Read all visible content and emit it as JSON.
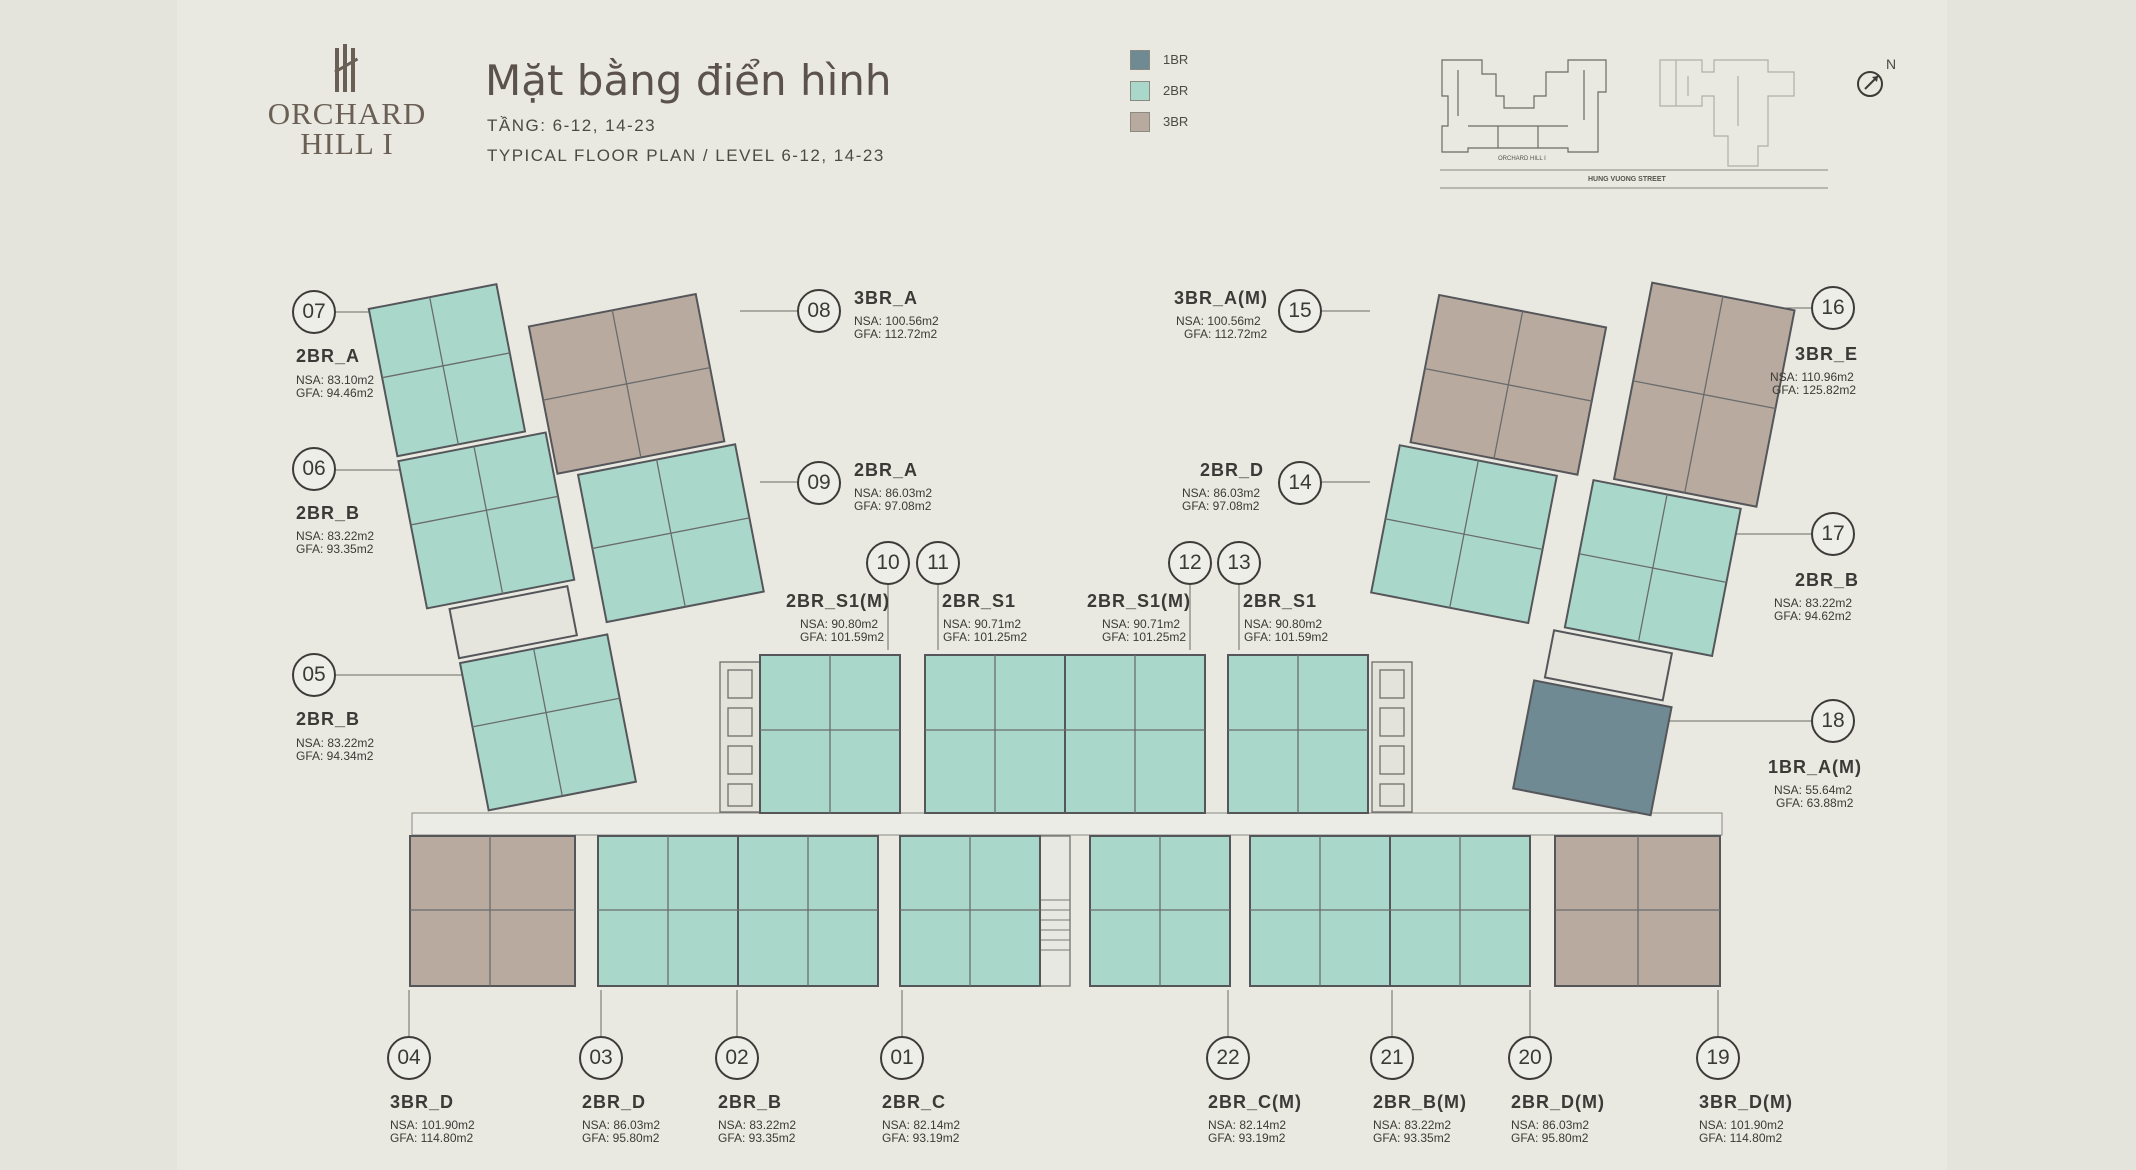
{
  "brand": {
    "line1": "ORCHARD",
    "line2": "HILL I"
  },
  "header": {
    "title": "Mặt bằng điển hình",
    "subtitle_vi": "TẦNG: 6-12, 14-23",
    "subtitle_en": "TYPICAL FLOOR PLAN / LEVEL 6-12, 14-23"
  },
  "legend": [
    {
      "label": "1BR",
      "color": "#6f8a93"
    },
    {
      "label": "2BR",
      "color": "#a9d8cb"
    },
    {
      "label": "3BR",
      "color": "#b9aaa0"
    }
  ],
  "site_map": {
    "building_label": "ORCHARD HILL I",
    "street_label": "HUNG VUONG STREET"
  },
  "compass": {
    "north": "N"
  },
  "units": [
    {
      "no": "07",
      "type": "2BR_A",
      "nsa": "NSA: 83.10m2",
      "gfa": "GFA: 94.46m2",
      "cat": "2BR"
    },
    {
      "no": "06",
      "type": "2BR_B",
      "nsa": "NSA: 83.22m2",
      "gfa": "GFA: 93.35m2",
      "cat": "2BR"
    },
    {
      "no": "05",
      "type": "2BR_B",
      "nsa": "NSA: 83.22m2",
      "gfa": "GFA: 94.34m2",
      "cat": "2BR"
    },
    {
      "no": "08",
      "type": "3BR_A",
      "nsa": "NSA: 100.56m2",
      "gfa": "GFA: 112.72m2",
      "cat": "3BR"
    },
    {
      "no": "09",
      "type": "2BR_A",
      "nsa": "NSA: 86.03m2",
      "gfa": "GFA: 97.08m2",
      "cat": "2BR"
    },
    {
      "no": "10",
      "type": "2BR_S1(M)",
      "nsa": "NSA: 90.80m2",
      "gfa": "GFA: 101.59m2",
      "cat": "2BR"
    },
    {
      "no": "11",
      "type": "2BR_S1",
      "nsa": "NSA: 90.71m2",
      "gfa": "GFA: 101.25m2",
      "cat": "2BR"
    },
    {
      "no": "12",
      "type": "2BR_S1(M)",
      "nsa": "NSA: 90.71m2",
      "gfa": "GFA: 101.25m2",
      "cat": "2BR"
    },
    {
      "no": "13",
      "type": "2BR_S1",
      "nsa": "NSA: 90.80m2",
      "gfa": "GFA: 101.59m2",
      "cat": "2BR"
    },
    {
      "no": "15",
      "type": "3BR_A(M)",
      "nsa": "NSA: 100.56m2",
      "gfa": "GFA: 112.72m2",
      "cat": "3BR"
    },
    {
      "no": "14",
      "type": "2BR_D",
      "nsa": "NSA: 86.03m2",
      "gfa": "GFA: 97.08m2",
      "cat": "2BR"
    },
    {
      "no": "16",
      "type": "3BR_E",
      "nsa": "NSA: 110.96m2",
      "gfa": "GFA: 125.82m2",
      "cat": "3BR"
    },
    {
      "no": "17",
      "type": "2BR_B",
      "nsa": "NSA: 83.22m2",
      "gfa": "GFA: 94.62m2",
      "cat": "2BR"
    },
    {
      "no": "18",
      "type": "1BR_A(M)",
      "nsa": "NSA: 55.64m2",
      "gfa": "GFA: 63.88m2",
      "cat": "1BR"
    },
    {
      "no": "04",
      "type": "3BR_D",
      "nsa": "NSA: 101.90m2",
      "gfa": "GFA: 114.80m2",
      "cat": "3BR"
    },
    {
      "no": "03",
      "type": "2BR_D",
      "nsa": "NSA: 86.03m2",
      "gfa": "GFA: 95.80m2",
      "cat": "2BR"
    },
    {
      "no": "02",
      "type": "2BR_B",
      "nsa": "NSA: 83.22m2",
      "gfa": "GFA: 93.35m2",
      "cat": "2BR"
    },
    {
      "no": "01",
      "type": "2BR_C",
      "nsa": "NSA: 82.14m2",
      "gfa": "GFA: 93.19m2",
      "cat": "2BR"
    },
    {
      "no": "22",
      "type": "2BR_C(M)",
      "nsa": "NSA: 82.14m2",
      "gfa": "GFA: 93.19m2",
      "cat": "2BR"
    },
    {
      "no": "21",
      "type": "2BR_B(M)",
      "nsa": "NSA: 83.22m2",
      "gfa": "GFA: 93.35m2",
      "cat": "2BR"
    },
    {
      "no": "20",
      "type": "2BR_D(M)",
      "nsa": "NSA: 86.03m2",
      "gfa": "GFA: 95.80m2",
      "cat": "2BR"
    },
    {
      "no": "19",
      "type": "3BR_D(M)",
      "nsa": "NSA: 101.90m2",
      "gfa": "GFA: 114.80m2",
      "cat": "3BR"
    }
  ]
}
